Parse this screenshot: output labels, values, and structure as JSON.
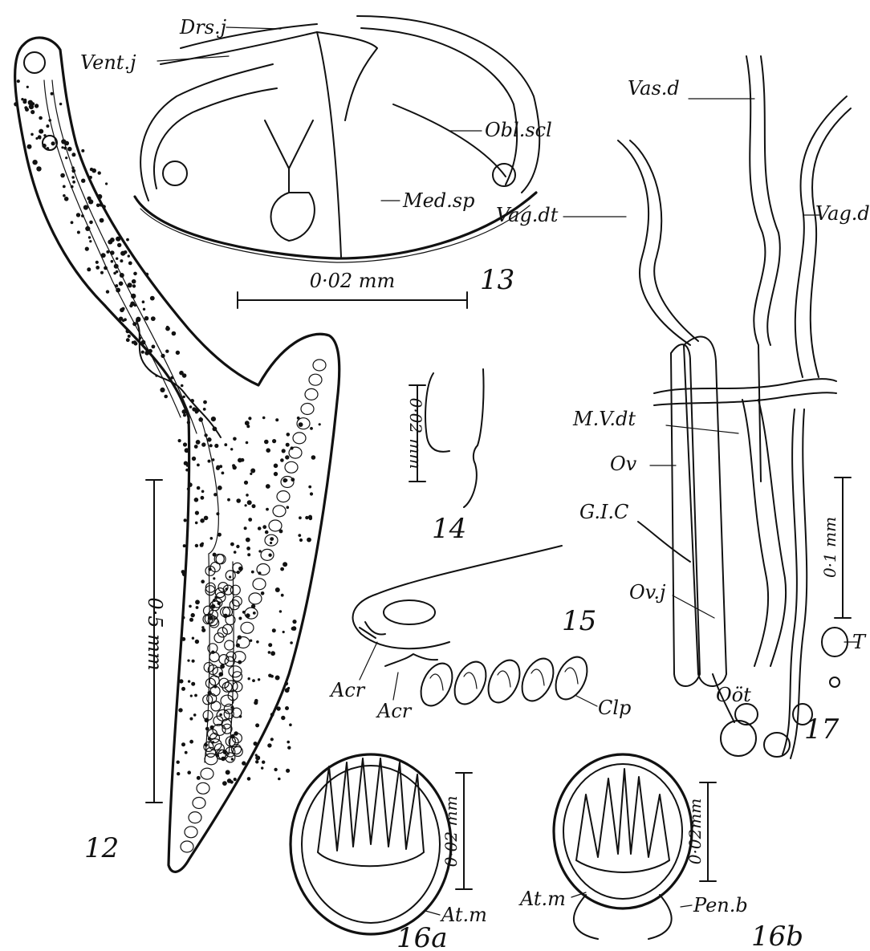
{
  "figures": {
    "fig12": {
      "number": "12",
      "scale_label": "0·5 mm"
    },
    "fig13": {
      "number": "13",
      "scale_label": "0·02 mm",
      "labels": {
        "dorsal_joint": "Drs.j",
        "ventral_joint": "Vent.j",
        "oblique_sclerite": "Obl.scl",
        "median_sclerite": "Med.sp"
      }
    },
    "fig14": {
      "number": "14",
      "scale_label": "0·02 mm"
    },
    "fig15": {
      "number": "15",
      "labels": {
        "accessory_upper": "Acr",
        "accessory_lower": "Acr",
        "clamp": "Clp"
      }
    },
    "fig16a": {
      "number": "16a",
      "scale_label": "0·02 mm",
      "labels": {
        "atrial_muscle": "At.m"
      }
    },
    "fig16b": {
      "number": "16b",
      "scale_label": "0·02mm",
      "labels": {
        "atrial_muscle": "At.m",
        "penis_bulb": "Pen.b"
      }
    },
    "fig17": {
      "number": "17",
      "scale_label": "0·1 mm",
      "labels": {
        "vas_deferens": "Vas.d",
        "vaginal_duct_left": "Vag.dt",
        "vaginal_duct_right": "Vag.dt",
        "median_vitelline_duct": "M.V.dt",
        "ovary": "Ov",
        "genito_intestinal_canal": "G.I.C",
        "oviduct": "Ov.j",
        "ootype": "Oöt",
        "testis": "T"
      }
    }
  }
}
